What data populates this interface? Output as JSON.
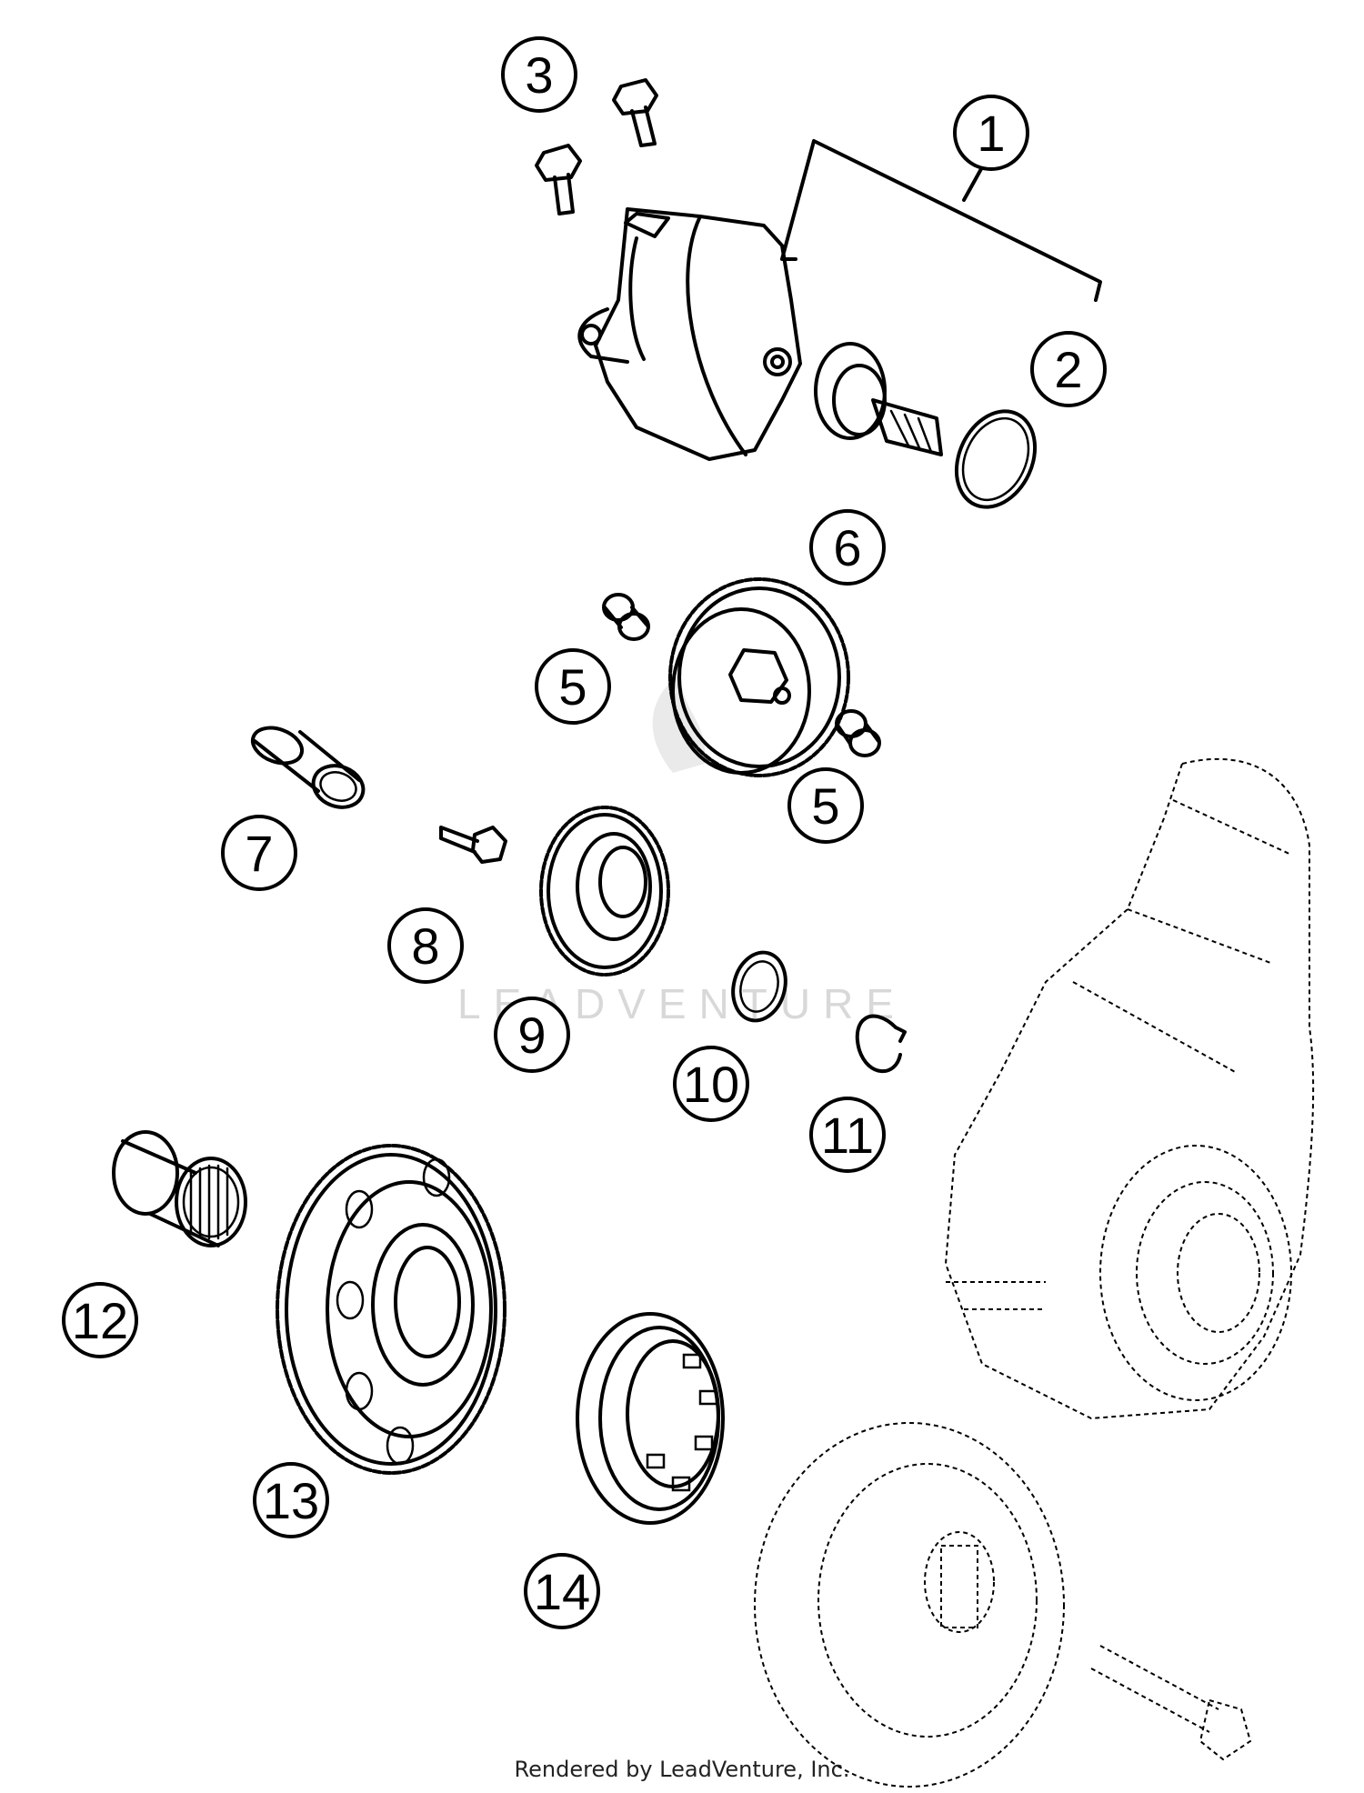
{
  "diagram": {
    "callouts": [
      {
        "label": "1"
      },
      {
        "label": "2"
      },
      {
        "label": "3"
      },
      {
        "label": "5"
      },
      {
        "label": "6"
      },
      {
        "label": "5"
      },
      {
        "label": "7"
      },
      {
        "label": "8"
      },
      {
        "label": "9"
      },
      {
        "label": "10"
      },
      {
        "label": "11"
      },
      {
        "label": "12"
      },
      {
        "label": "13"
      },
      {
        "label": "14"
      }
    ],
    "watermark": "LEADVENTURE"
  },
  "footer": {
    "text": "Rendered by LeadVenture, Inc."
  }
}
